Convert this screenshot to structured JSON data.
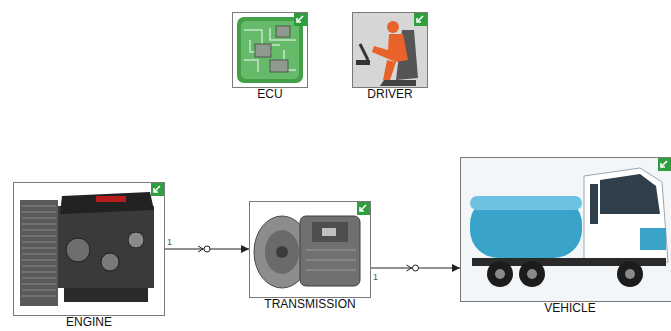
{
  "diagram": {
    "nodes": [
      {
        "text": [
          "ECU"
        ]
      },
      {
        "text": [
          "DRIVER"
        ]
      },
      {
        "text": [
          "ENGINE"
        ]
      },
      {
        "text": [
          "TRANSMISSION"
        ]
      },
      {
        "text": [
          "VEHICLE"
        ]
      }
    ],
    "edges": [
      {
        "from": 2,
        "to": 3,
        "arrow": "to"
      },
      {
        "from": 3,
        "to": 4,
        "arrow": "to"
      }
    ],
    "labels": [
      "1",
      "1"
    ]
  }
}
